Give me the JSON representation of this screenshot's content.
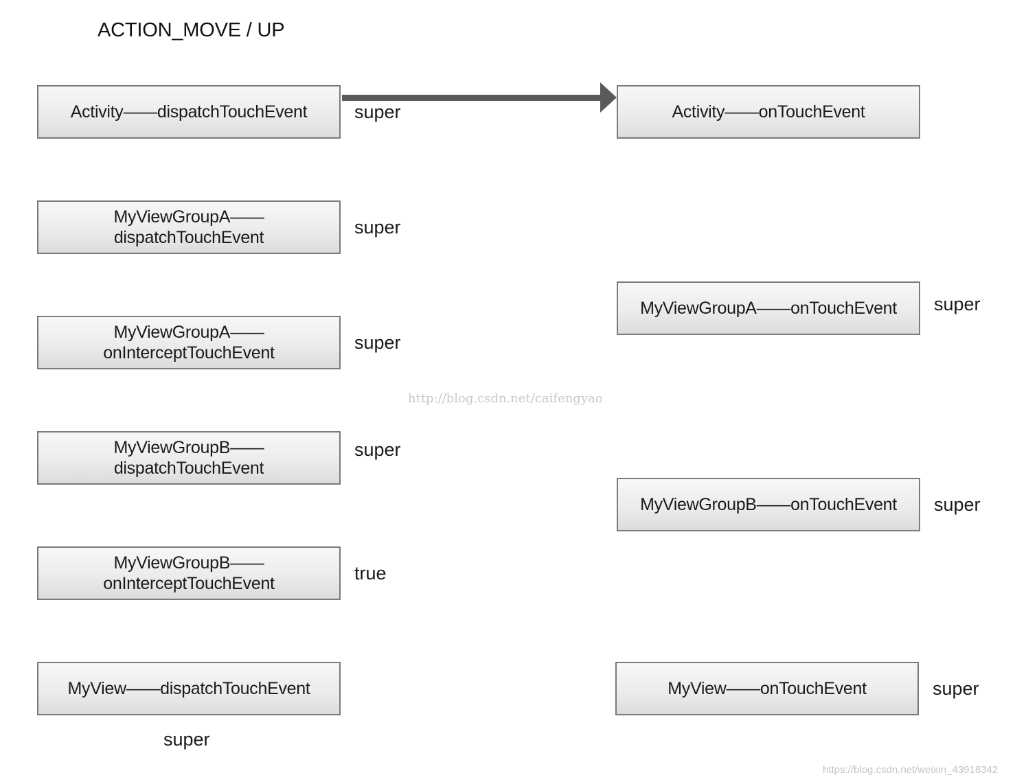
{
  "title": "ACTION_MOVE / UP",
  "left_column": [
    {
      "text": "Activity——dispatchTouchEvent",
      "return_label": "super"
    },
    {
      "text": "MyViewGroupA——\ndispatchTouchEvent",
      "return_label": "super"
    },
    {
      "text": "MyViewGroupA——\nonInterceptTouchEvent",
      "return_label": "super"
    },
    {
      "text": "MyViewGroupB——\ndispatchTouchEvent",
      "return_label": "super"
    },
    {
      "text": "MyViewGroupB——\nonInterceptTouchEvent",
      "return_label": "true"
    },
    {
      "text": "MyView——dispatchTouchEvent",
      "return_label": "super"
    }
  ],
  "right_column": [
    {
      "text": "Activity——onTouchEvent",
      "return_label": ""
    },
    {
      "text": "MyViewGroupA——onTouchEvent",
      "return_label": "super"
    },
    {
      "text": "MyViewGroupB——onTouchEvent",
      "return_label": "super"
    },
    {
      "text": "MyView——onTouchEvent",
      "return_label": "super"
    }
  ],
  "arrow_color": "#5a5a5a",
  "watermarks": {
    "center": "http://blog.csdn.net/caifengyao",
    "corner": "https://blog.csdn.net/weixin_43918342"
  }
}
